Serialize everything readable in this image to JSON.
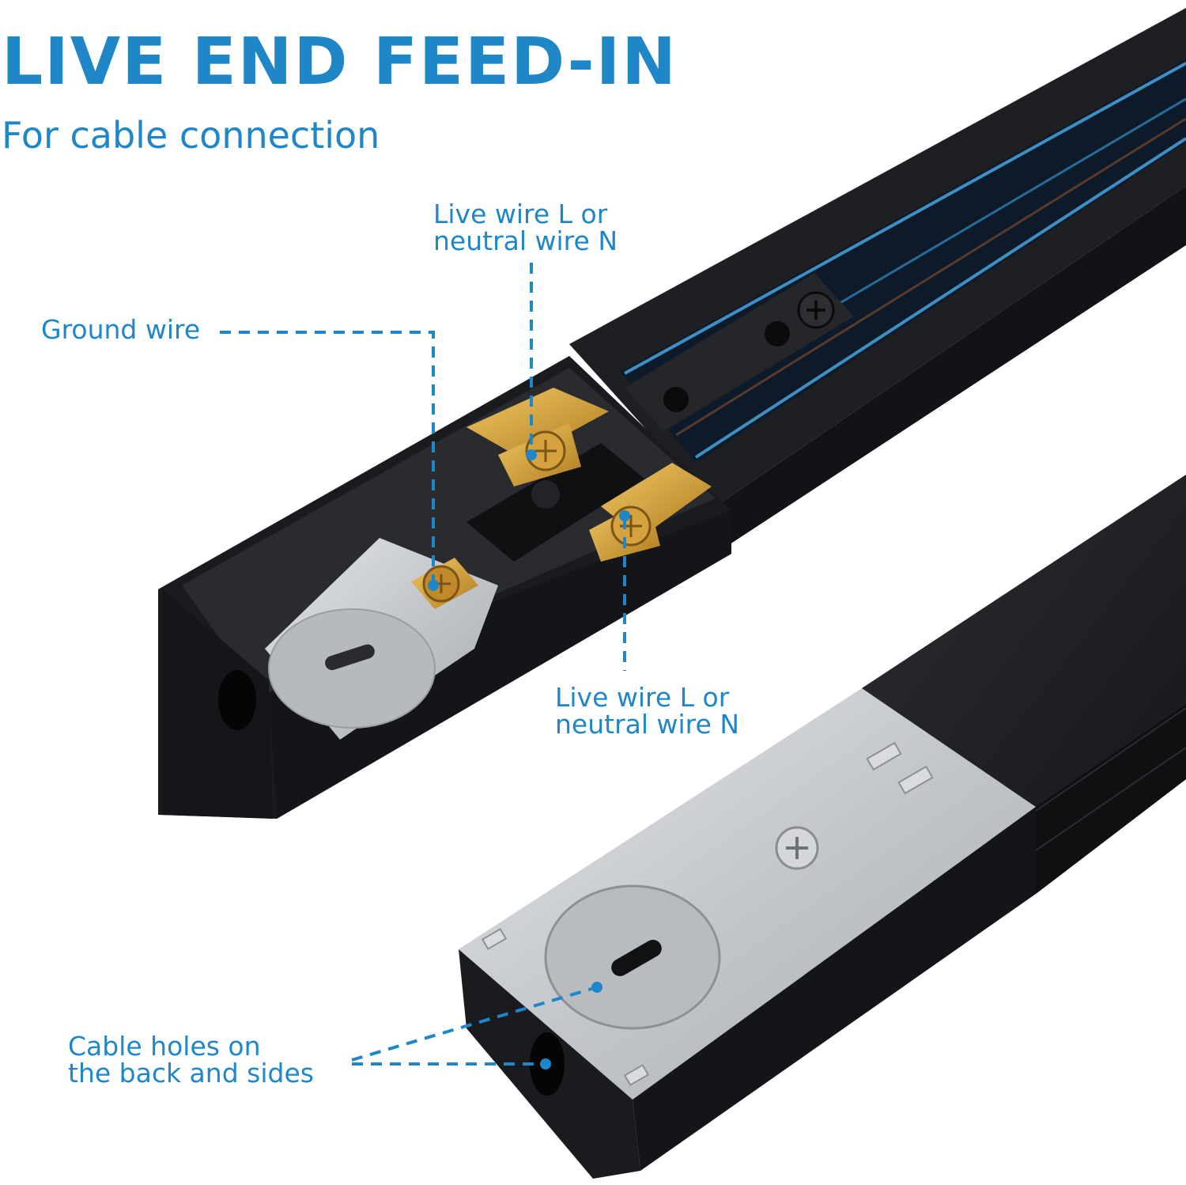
{
  "header": {
    "title": "LIVE END FEED-IN",
    "subtitle": "For cable connection"
  },
  "callouts": {
    "live_wire_top": {
      "line1": "Live wire L or",
      "line2": "neutral wire N"
    },
    "ground_wire": {
      "line1": "Ground wire"
    },
    "live_wire_bottom": {
      "line1": "Live wire L or",
      "line2": "neutral wire N"
    },
    "cable_holes": {
      "line1": "Cable holes on",
      "line2": "the back and sides"
    }
  },
  "colors": {
    "accent": "#1f86c8",
    "track_black": "#1c1d20",
    "galvanized_plate": "#c9ccd0",
    "brass_terminal": "#c9962e"
  }
}
